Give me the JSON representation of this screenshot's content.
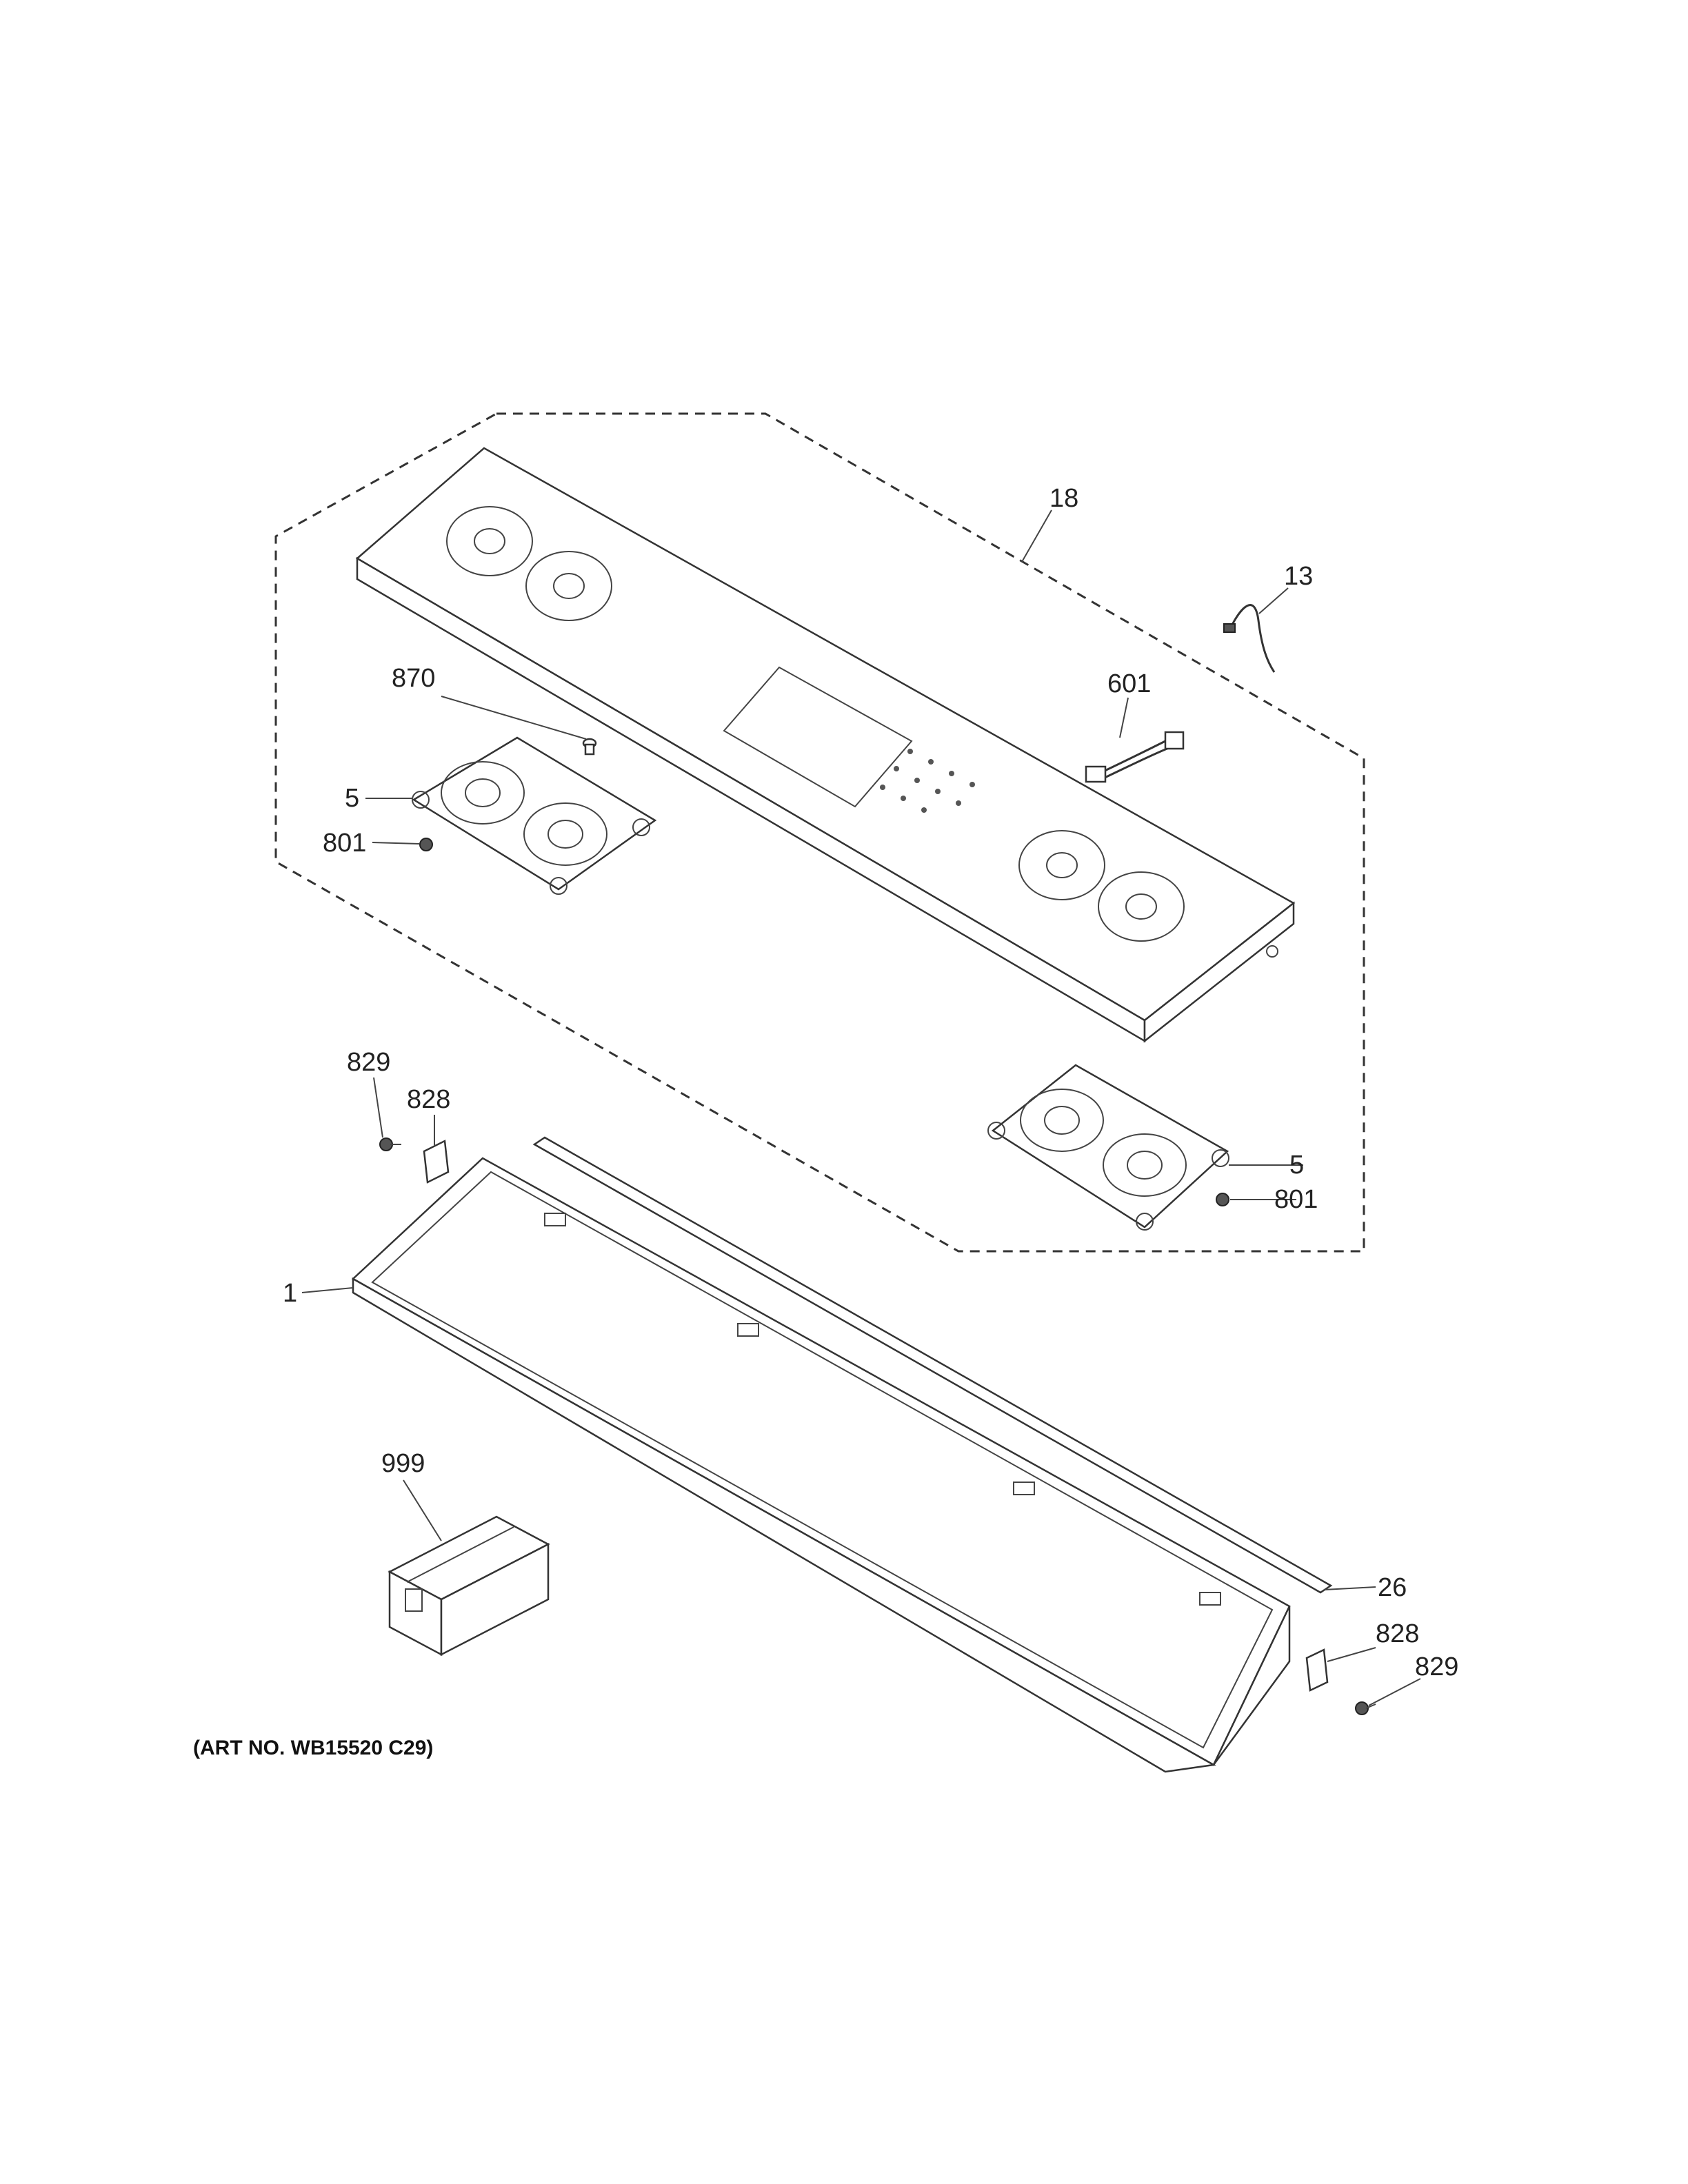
{
  "callouts": {
    "c18": "18",
    "c13": "13",
    "c870": "870",
    "c601": "601",
    "c5a": "5",
    "c801a": "801",
    "c829a": "829",
    "c828a": "828",
    "c5b": "5",
    "c801b": "801",
    "c1": "1",
    "c999": "999",
    "c26": "26",
    "c828b": "828",
    "c829b": "829"
  },
  "art_number": "(ART NO. WB15520 C29)",
  "colors": {
    "ink": "#333333",
    "background": "#ffffff"
  }
}
